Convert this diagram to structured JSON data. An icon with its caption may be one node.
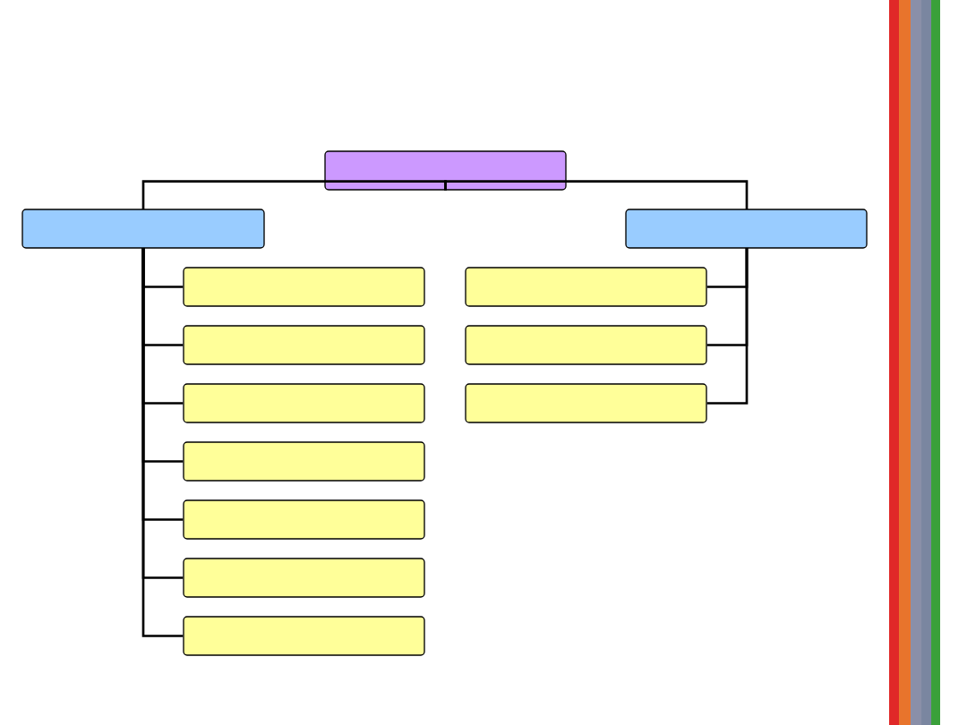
{
  "diagram": {
    "nodes": [
      {
        "text": [],
        "shape": "box"
      },
      {
        "text": [],
        "shape": "box"
      },
      {
        "text": [],
        "shape": "box"
      },
      {
        "text": [],
        "shape": "box"
      },
      {
        "text": [],
        "shape": "box"
      },
      {
        "text": [],
        "shape": "box"
      },
      {
        "text": [],
        "shape": "box"
      },
      {
        "text": [],
        "shape": "box"
      },
      {
        "text": [],
        "shape": "box"
      },
      {
        "text": [],
        "shape": "box"
      },
      {
        "text": [],
        "shape": "box"
      },
      {
        "text": [],
        "shape": "box"
      },
      {
        "text": [],
        "shape": "box"
      }
    ],
    "edges": [
      {
        "from": 0,
        "to": 1,
        "arrow": "none"
      },
      {
        "from": 0,
        "to": 2,
        "arrow": "none"
      },
      {
        "from": 1,
        "to": 3,
        "arrow": "none"
      },
      {
        "from": 1,
        "to": 4,
        "arrow": "none"
      },
      {
        "from": 1,
        "to": 5,
        "arrow": "none"
      },
      {
        "from": 1,
        "to": 6,
        "arrow": "none"
      },
      {
        "from": 1,
        "to": 7,
        "arrow": "none"
      },
      {
        "from": 1,
        "to": 8,
        "arrow": "none"
      },
      {
        "from": 1,
        "to": 9,
        "arrow": "none"
      },
      {
        "from": 2,
        "to": 10,
        "arrow": "none"
      },
      {
        "from": 2,
        "to": 11,
        "arrow": "none"
      },
      {
        "from": 2,
        "to": 12,
        "arrow": "none"
      }
    ]
  }
}
